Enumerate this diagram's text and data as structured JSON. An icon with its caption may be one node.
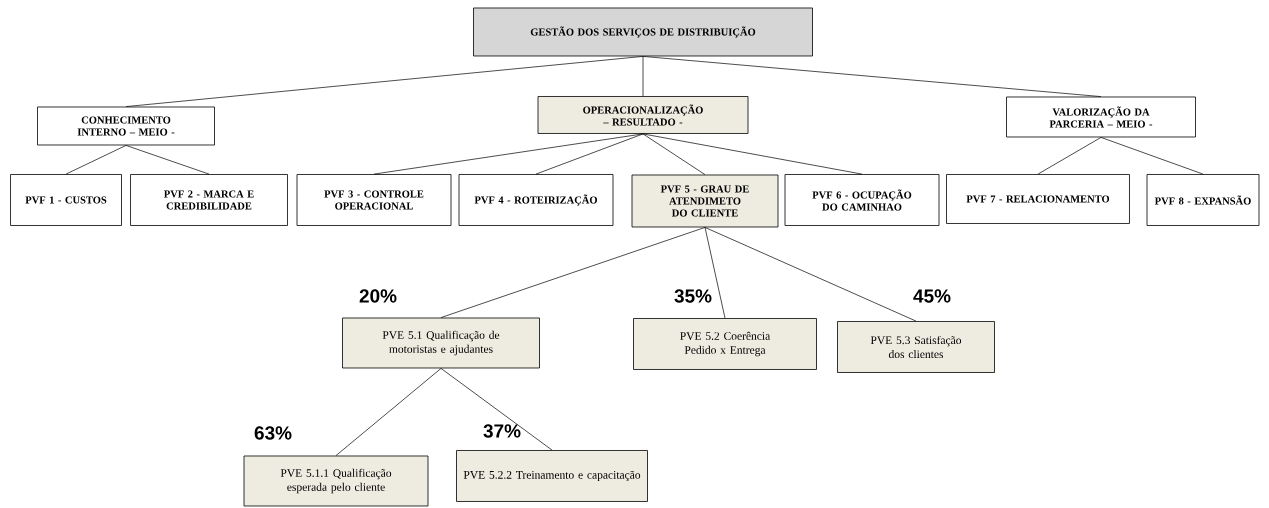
{
  "diagram": {
    "nodes": [
      {
        "text": [
          "GESTÃO DOS SERVIÇOS DE DISTRIBUIÇÃO"
        ]
      },
      {
        "text": [
          "CONHECIMENTO INTERNO – MEIO -"
        ]
      },
      {
        "text": [
          "OPERACIONALIZAÇÃO – RESULTADO -"
        ]
      },
      {
        "text": [
          "VALORIZAÇÃO DA PARCERIA – MEIO -"
        ]
      },
      {
        "text": [
          "PVF 1 - CUSTOS"
        ]
      },
      {
        "text": [
          "PVF 2 - MARCA E CREDIBILIDADE"
        ]
      },
      {
        "text": [
          "PVF 3 - CONTROLE OPERACIONAL"
        ]
      },
      {
        "text": [
          "PVF 4 - ROTEIRIZAÇÃO"
        ]
      },
      {
        "text": [
          "PVF 5 - GRAU DE ATENDIMETO DO CLIENTE"
        ]
      },
      {
        "text": [
          "PVF 6 - OCUPAÇÃO DO CAMINHAO"
        ]
      },
      {
        "text": [
          "PVF 7 - RELACIONAMENTO"
        ]
      },
      {
        "text": [
          "PVF 8 - EXPANSÃO"
        ]
      },
      {
        "text": [
          "PVE 5.1 Qualificação de motoristas e ajudantes"
        ],
        "beside": [
          "20%"
        ]
      },
      {
        "text": [
          "PVE 5.2 Coerência Pedido x Entrega"
        ],
        "beside": [
          "35%"
        ]
      },
      {
        "text": [
          "PVE 5.3 Satisfação dos clientes"
        ],
        "beside": [
          "45%"
        ]
      },
      {
        "text": [
          "PVE 5.1.1 Qualificação esperada pelo cliente"
        ],
        "beside": [
          "63%"
        ]
      },
      {
        "text": [
          "PVE 5.2.2 Treinamento e capacitação"
        ],
        "beside": [
          "37%"
        ]
      }
    ],
    "edges": [
      {
        "from": 0,
        "to": 1,
        "arrow": "none"
      },
      {
        "from": 0,
        "to": 2,
        "arrow": "none"
      },
      {
        "from": 0,
        "to": 3,
        "arrow": "none"
      },
      {
        "from": 1,
        "to": 4,
        "arrow": "none"
      },
      {
        "from": 1,
        "to": 5,
        "arrow": "none"
      },
      {
        "from": 2,
        "to": 6,
        "arrow": "none"
      },
      {
        "from": 2,
        "to": 7,
        "arrow": "none"
      },
      {
        "from": 2,
        "to": 8,
        "arrow": "none"
      },
      {
        "from": 2,
        "to": 9,
        "arrow": "none"
      },
      {
        "from": 3,
        "to": 10,
        "arrow": "none"
      },
      {
        "from": 3,
        "to": 11,
        "arrow": "none"
      },
      {
        "from": 8,
        "to": 12,
        "arrow": "none"
      },
      {
        "from": 8,
        "to": 13,
        "arrow": "none"
      },
      {
        "from": 8,
        "to": 14,
        "arrow": "none"
      },
      {
        "from": 12,
        "to": 15,
        "arrow": "none"
      },
      {
        "from": 12,
        "to": 16,
        "arrow": "none"
      }
    ]
  }
}
